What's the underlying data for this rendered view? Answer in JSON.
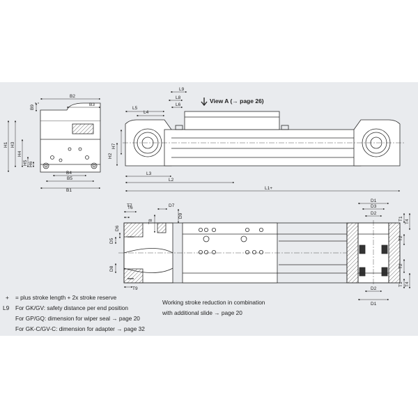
{
  "view_a_label": "View A (→ page 26)",
  "dimensions": {
    "B1": "B1",
    "B2": "B2",
    "B3": "B3",
    "B4": "B4",
    "B5": "B5",
    "B9": "B9",
    "H1": "H1",
    "H2": "H2",
    "H3": "H3",
    "H4": "H4",
    "H5": "H5",
    "H6": "H6",
    "H7": "H7",
    "L1": "L1+",
    "L2": "L2",
    "L3": "L3",
    "L4": "L4",
    "L5": "L5",
    "L6": "L6",
    "L8": "L8",
    "L9": "L9",
    "T1": "T1",
    "T2": "T2",
    "T4": "T4",
    "T6": "T6",
    "T7": "T7",
    "T8": "T8",
    "T9": "T9",
    "D1": "D1",
    "D2": "D2",
    "D3": "D3",
    "D5": "D5",
    "D6": "D6",
    "D7": "D7",
    "D8": "D8",
    "D9": "D9"
  },
  "legend": [
    {
      "key": "+",
      "text": "= plus stroke length + 2x stroke reserve"
    },
    {
      "key": "L9",
      "text": "For GK/GV: safety distance per end position"
    },
    {
      "key": "",
      "text": "For GP/GQ: dimension for wiper seal → page 20"
    },
    {
      "key": "",
      "text": "For GK-C/GV-C: dimension for adapter → page 32"
    }
  ],
  "working_stroke_note": {
    "line1": "Working stroke reduction in combination",
    "line2": "with additional slide → page 20"
  }
}
